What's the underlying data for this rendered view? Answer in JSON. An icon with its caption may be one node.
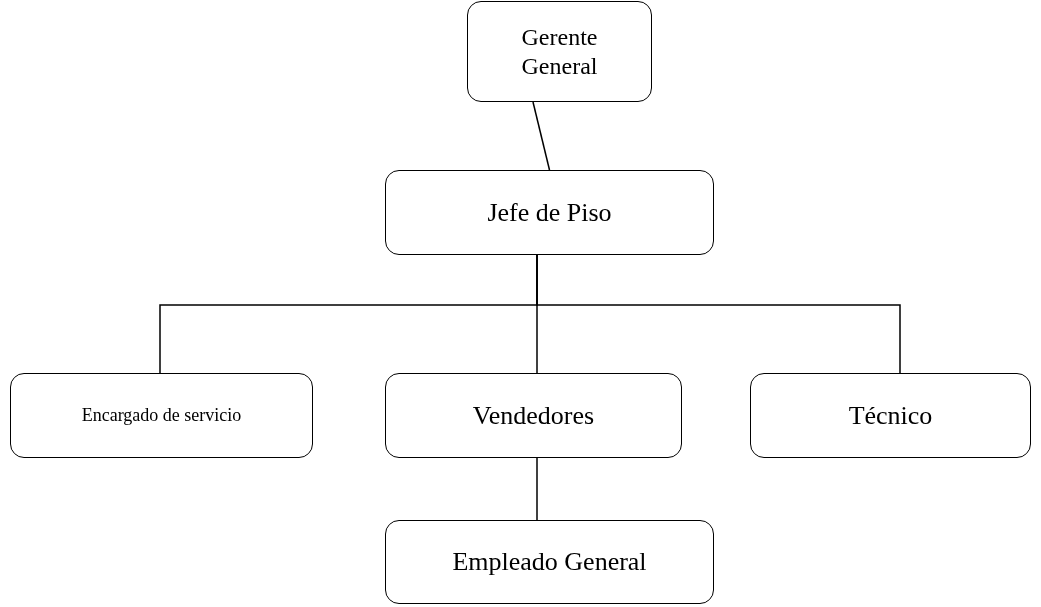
{
  "diagram": {
    "nodes": [
      {
        "text": [
          "Gerente General"
        ]
      },
      {
        "text": [
          "Jefe de Piso"
        ]
      },
      {
        "text": [
          "Encargado de servicio"
        ]
      },
      {
        "text": [
          "Vendedores"
        ]
      },
      {
        "text": [
          "Técnico"
        ]
      },
      {
        "text": [
          "Empleado General"
        ]
      }
    ],
    "edges": [
      {
        "from": 0,
        "to": 1,
        "arrow": "none"
      },
      {
        "from": 1,
        "to": 2,
        "arrow": "none"
      },
      {
        "from": 1,
        "to": 3,
        "arrow": "none"
      },
      {
        "from": 1,
        "to": 4,
        "arrow": "none"
      },
      {
        "from": 3,
        "to": 5,
        "arrow": "none"
      }
    ]
  }
}
